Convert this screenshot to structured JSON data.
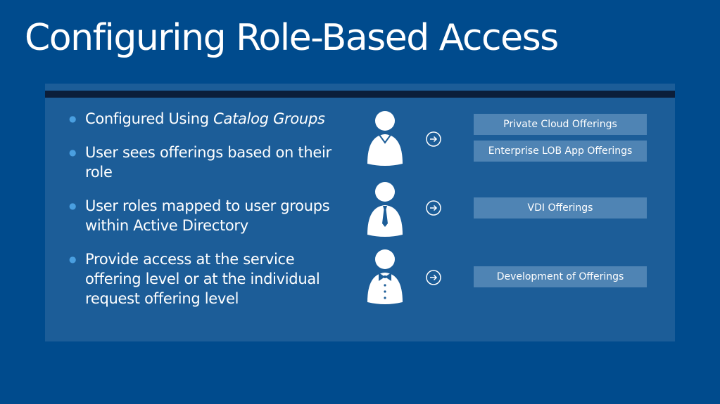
{
  "slide": {
    "title": "Configuring Role-Based Access"
  },
  "bullets": [
    {
      "text_before": "Configured Using ",
      "emphasis": "Catalog Groups"
    },
    {
      "text": "User sees offerings based on their role"
    },
    {
      "text": "User roles mapped to user groups within Active Directory"
    },
    {
      "text": "Provide access at the service offering level or at the individual request offering level"
    }
  ],
  "roles": [
    {
      "person_icon": "person-collar-icon",
      "offerings": [
        "Private Cloud Offerings",
        "Enterprise LOB App Offerings"
      ]
    },
    {
      "person_icon": "person-tie-icon",
      "offerings": [
        "VDI Offerings"
      ]
    },
    {
      "person_icon": "person-bowtie-icon",
      "offerings": [
        "Development of Offerings"
      ]
    }
  ],
  "colors": {
    "background": "#004b8d",
    "panel": "#1c5d98",
    "panel_bar": "#0b1e3a",
    "offering_box": "#4f84b4",
    "bullet": "#4a9fe0",
    "text": "#ffffff"
  }
}
